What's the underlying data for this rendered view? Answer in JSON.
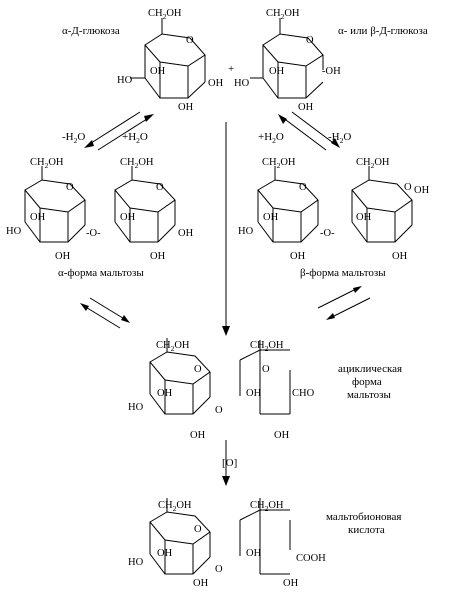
{
  "labels": {
    "alpha_glucose": "α-Д-глюкоза",
    "alpha_or_beta_glucose": "α- или β-Д-глюкоза",
    "plus": "+",
    "minus_water": "-H",
    "minus_water_o": "O",
    "plus_water": "+H",
    "plus_water_o": "O",
    "alpha_maltose": "α-форма мальтозы",
    "beta_maltose": "β-форма мальтозы",
    "acyclic_line1": "ациклическая",
    "acyclic_line2": "форма",
    "acyclic_line3": "мальтозы",
    "oxidation": "[O]",
    "maltobionic_line1": "мальтобионовая",
    "maltobionic_line2": "кислота"
  },
  "groups": {
    "ch2oh": "CH",
    "ch2oh_sub": "2",
    "ch2oh_tail": "OH",
    "oh": "OH",
    "ho": "HO",
    "ring_o": "O",
    "bridge_o": "-O-",
    "minus_oh": "-OH",
    "cooh": "COOH",
    "choh": "CH",
    "choh_tail": "OH",
    "o": "O"
  }
}
